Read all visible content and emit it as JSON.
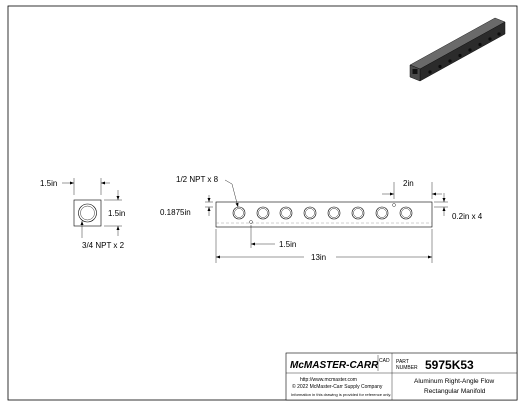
{
  "dimensions": {
    "end_width": "1.5in",
    "end_height": "1.5in",
    "end_port": "3/4 NPT x 2",
    "side_ports": "1/2 NPT x 8",
    "edge_offset": "0.1875in",
    "first_port": "1.5in",
    "port_spacing": "2in",
    "mount_holes": "0.2in x 4",
    "length": "13in"
  },
  "title_block": {
    "logo": "McMASTER-CARR",
    "cad_label": "CAD",
    "part_number_label": "PART NUMBER",
    "part_number": "5975K53",
    "website": "http://www.mcmaster.com",
    "copyright": "© 2022 McMaster-Carr Supply Company",
    "disclaimer": "Information in this drawing is provided for reference only.",
    "description_line1": "Aluminum Right-Angle Flow",
    "description_line2": "Rectangular Manifold"
  }
}
